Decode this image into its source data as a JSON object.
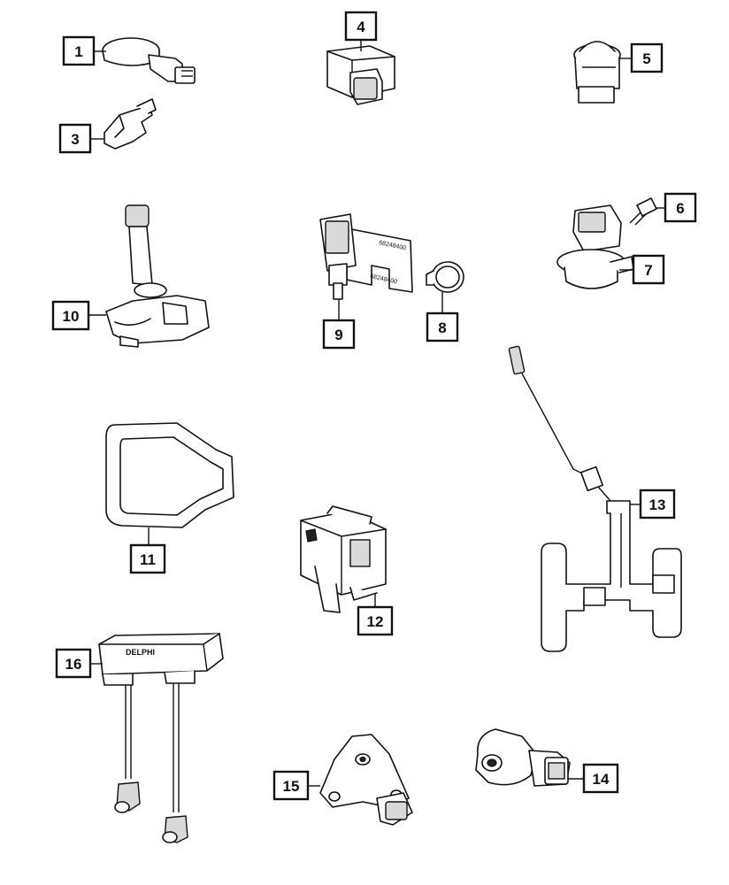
{
  "callouts": {
    "c1": "1",
    "c3": "3",
    "c4": "4",
    "c5": "5",
    "c6": "6",
    "c7": "7",
    "c8": "8",
    "c9": "9",
    "c10": "10",
    "c11": "11",
    "c12": "12",
    "c13": "13",
    "c14": "14",
    "c15": "15",
    "c16": "16"
  },
  "part_text": {
    "module_brand": "DELPHI"
  },
  "colors": {
    "line": "#111111",
    "background": "#ffffff"
  }
}
